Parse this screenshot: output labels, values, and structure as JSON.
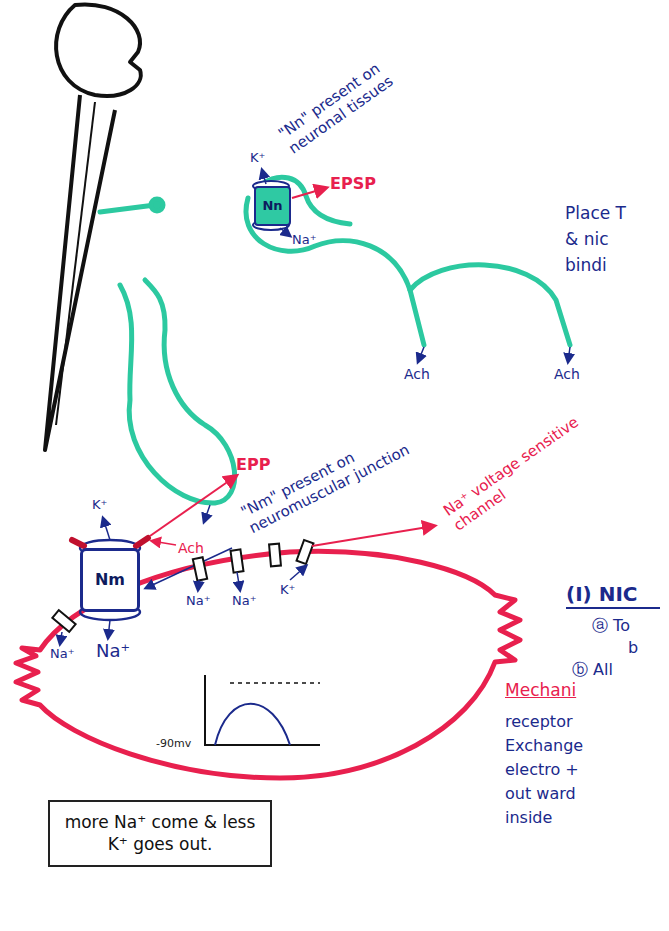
{
  "diagram": {
    "nodes": [
      {
        "text": [
          "Nn"
        ]
      },
      {
        "text": [
          "Nm"
        ]
      },
      {
        "text": [
          "more Na⁺ come & less K⁺ goes out."
        ]
      }
    ],
    "labels": [
      "\"Nn\" present on neuronal tissues",
      "K⁺",
      "Na⁺",
      "EPSP",
      "Place T",
      "& nic",
      "bindi",
      "Ach",
      "Ach",
      "EPP",
      "\"Nm\" present on neuromuscular junction",
      "Na⁺ voltage sensitive channel",
      "K⁺",
      "Ach",
      "Na⁺",
      "Na⁺",
      "Na⁺",
      "Na⁺",
      "K⁺",
      "-90mv",
      "(I) NIC",
      "ⓐ To",
      "b",
      "ⓑ All",
      "Mechani",
      "receptor",
      "Exchange",
      "electro +",
      "out ward",
      "inside"
    ]
  }
}
